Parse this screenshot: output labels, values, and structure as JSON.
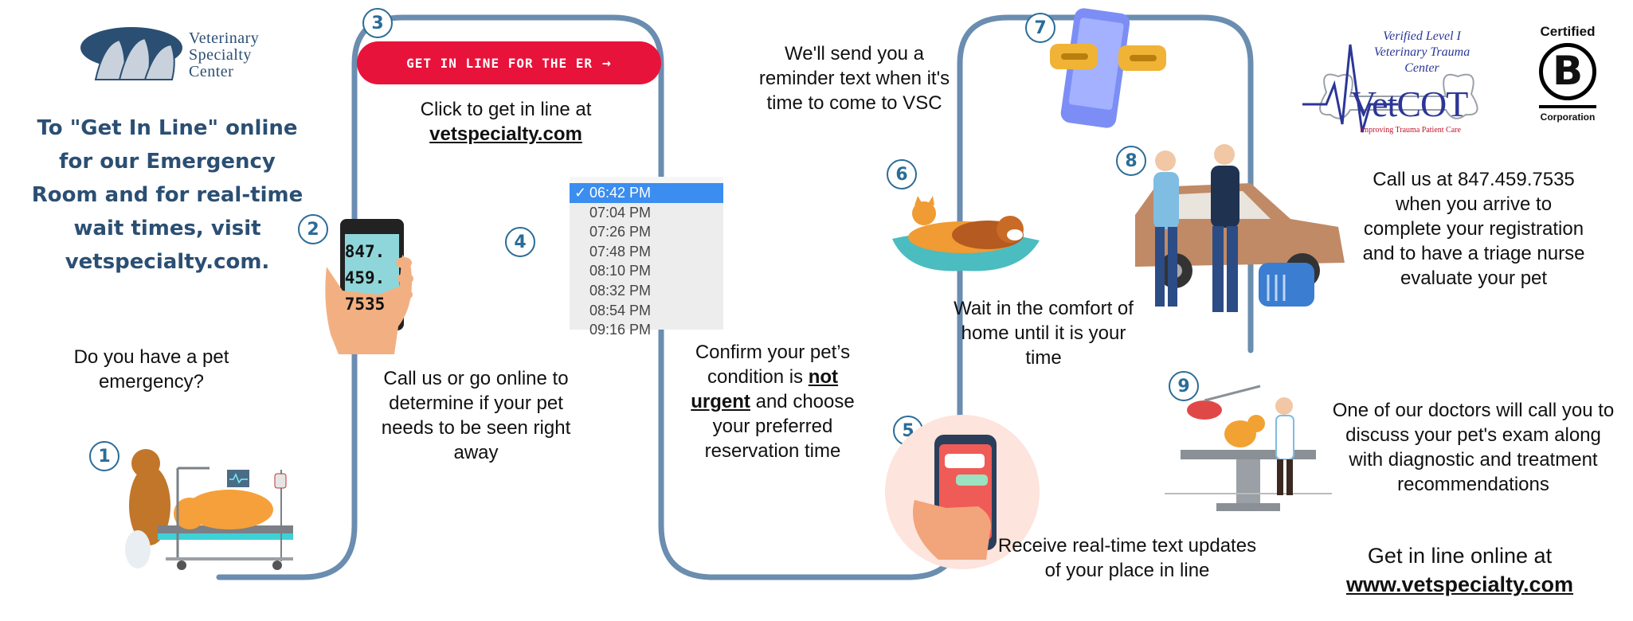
{
  "brand": {
    "name_lines": [
      "Veterinary",
      "Specialty",
      "Center"
    ]
  },
  "intro": {
    "lead": "To \"Get In Line\" online for our Emergency Room and for real-time wait times, visit vetspecialty.com.",
    "question": "Do you have a pet emergency?"
  },
  "steps": {
    "s1": {
      "number": "1"
    },
    "s2": {
      "number": "2",
      "phone_lines": [
        "847.",
        "459.",
        "7535"
      ],
      "text": "Call us or go online to determine if your pet needs to be seen right away"
    },
    "s3": {
      "number": "3",
      "button_label": "GET IN LINE FOR THE ER",
      "button_arrow": "→",
      "text_prefix": "Click to get in line at",
      "link": "vetspecialty.com"
    },
    "s4": {
      "number": "4",
      "time_slots": [
        "06:42 PM",
        "07:04 PM",
        "07:26 PM",
        "07:48 PM",
        "08:10 PM",
        "08:32 PM",
        "08:54 PM",
        "09:16 PM"
      ],
      "selected_index": 0,
      "check": "✓",
      "text_before": "Confirm your pet’s condition is ",
      "text_emph": "not urgent",
      "text_after": " and choose your preferred reservation time"
    },
    "s5": {
      "number": "5",
      "text": "Receive real-time text updates of your place in line"
    },
    "s6": {
      "number": "6",
      "text": "Wait in the comfort of home until it is your time"
    },
    "s7": {
      "number": "7",
      "text": "We'll send you a reminder text when it's time to come to VSC"
    },
    "s8": {
      "number": "8",
      "text": "Call us at 847.459.7535 when you arrive to complete your registration and to have a triage nurse evaluate your pet"
    },
    "s9": {
      "number": "9",
      "text": "One of our doctors will call you to discuss your pet's exam along with diagnostic and treatment recommendations"
    }
  },
  "badges": {
    "vetcot_sub": "Verified Level I Veterinary Trauma Center",
    "vetcot_name": "VetCOT",
    "vetcot_tag": "Improving Trauma Patient Care",
    "bcorp_top": "Certified",
    "bcorp_letter": "B",
    "bcorp_bottom": "Corporation"
  },
  "footer": {
    "cta": "Get in line online at",
    "url": "www.vetspecialty.com"
  },
  "colors": {
    "navy": "#2b4f73",
    "path_blue": "#6a8db0",
    "step_blue": "#2b6c98",
    "er_red": "#e8133b",
    "select_blue": "#3b8def"
  }
}
